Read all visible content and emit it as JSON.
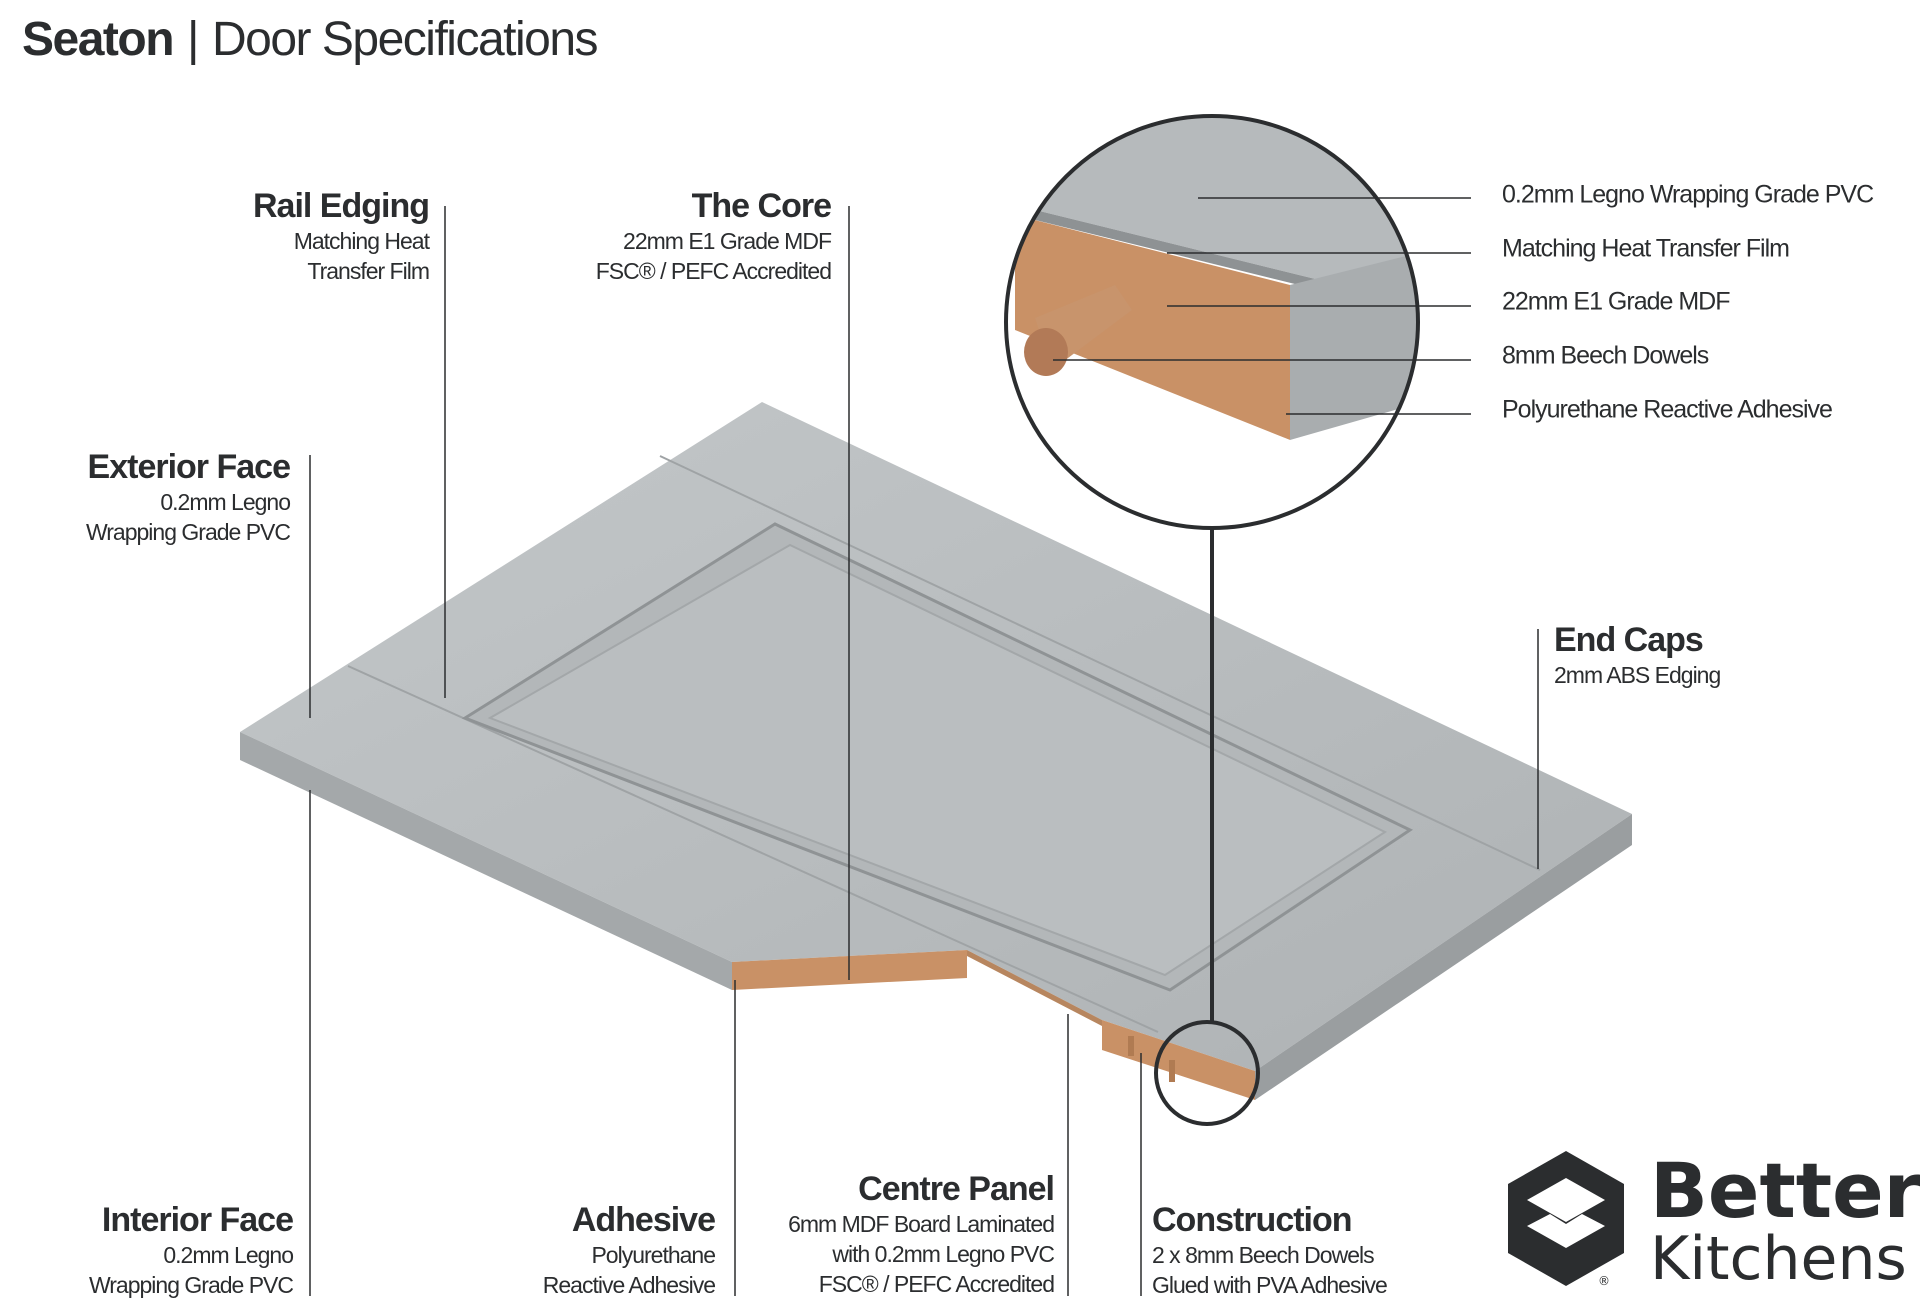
{
  "title": {
    "product": "Seaton",
    "separator": "|",
    "subtitle": "Door Specifications"
  },
  "labels": {
    "rail_edging": {
      "heading": "Rail Edging",
      "lines": [
        "Matching Heat",
        "Transfer Film"
      ]
    },
    "the_core": {
      "heading": "The Core",
      "lines": [
        "22mm E1 Grade MDF",
        "FSC® / PEFC Accredited"
      ]
    },
    "exterior_face": {
      "heading": "Exterior Face",
      "lines": [
        "0.2mm Legno",
        "Wrapping Grade PVC"
      ]
    },
    "end_caps": {
      "heading": "End Caps",
      "lines": [
        "2mm ABS Edging"
      ]
    },
    "interior_face": {
      "heading": "Interior Face",
      "lines": [
        "0.2mm Legno",
        "Wrapping Grade PVC"
      ]
    },
    "adhesive": {
      "heading": "Adhesive",
      "lines": [
        "Polyurethane",
        "Reactive Adhesive"
      ]
    },
    "centre_panel": {
      "heading": "Centre Panel",
      "lines": [
        "6mm MDF Board Laminated",
        "with 0.2mm Legno PVC",
        "FSC® / PEFC Accredited"
      ]
    },
    "construction": {
      "heading": "Construction",
      "lines": [
        "2 x 8mm Beech Dowels",
        "Glued with PVA Adhesive"
      ]
    }
  },
  "zoom_callouts": [
    "0.2mm Legno Wrapping Grade PVC",
    "Matching Heat Transfer Film",
    "22mm E1 Grade MDF",
    "8mm Beech Dowels",
    "Polyurethane Reactive Adhesive"
  ],
  "logo": {
    "line1": "Better",
    "line2": "Kitchens",
    "registered": "®"
  },
  "colors": {
    "text": "#2b2d2f",
    "door_face": "#b9bdbf",
    "door_edge": "#9fa3a5",
    "mdf": "#c99166"
  }
}
